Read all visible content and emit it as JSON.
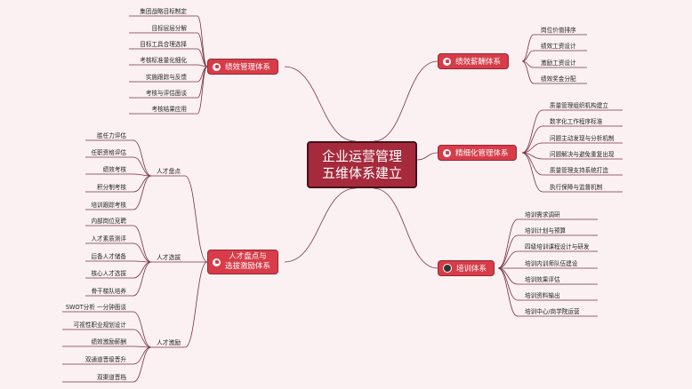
{
  "center": {
    "line1": "企业运营管理",
    "line2": "五维体系建立"
  },
  "branches": {
    "performance": {
      "label": "绩效管理体系",
      "items": [
        "集团战略目标制定",
        "目标层层分解",
        "目标工具合理选择",
        "考核标准量化细化",
        "实施跟踪与反馈",
        "考核与评估面谈",
        "考核结果应用"
      ]
    },
    "compensation": {
      "label": "绩效薪酬体系",
      "items": [
        "岗位价值排序",
        "绩效工资设计",
        "激励工资设计",
        "绩效奖金分配"
      ]
    },
    "refinement": {
      "label": "精细化管理体系",
      "items": [
        "质量管理组织机构建立",
        "数字化工作程序标准",
        "问题主动发现与分析机制",
        "问题解决与避免重复出现",
        "质量管理支持系统打造",
        "执行保障与监督机制"
      ]
    },
    "training": {
      "label": "培训体系",
      "items": [
        "培训需求调研",
        "培训计划与预算",
        "四级培训课程设计与研发",
        "培训内训师队伍建设",
        "培训效果评估",
        "培训资料输出",
        "培训中心/商学院运营"
      ]
    },
    "talent": {
      "label_line1": "人才盘点与",
      "label_line2": "选拔激励体系",
      "groups": [
        {
          "label": "人才盘点",
          "items": [
            "胜任力评估",
            "任职资格评估",
            "绩效考核",
            "积分制考核",
            "培训跟踪考核"
          ]
        },
        {
          "label": "人才选拔",
          "items": [
            "内部岗位竞聘",
            "人才素质测评",
            "后备人才储备",
            "核心人才选拔",
            "骨干梯队培养"
          ]
        },
        {
          "label": "人才激励",
          "items": [
            "SWOT分析 一分钟面谈",
            "可视性职业规划设计",
            "绩效激励薪酬",
            "双通道晋级晋升",
            "双渠道晋档"
          ]
        }
      ]
    }
  },
  "colors": {
    "background": "#fbf1f3",
    "center": "#a52a3c",
    "branch": "#d73c48",
    "line": "#7a3040"
  }
}
